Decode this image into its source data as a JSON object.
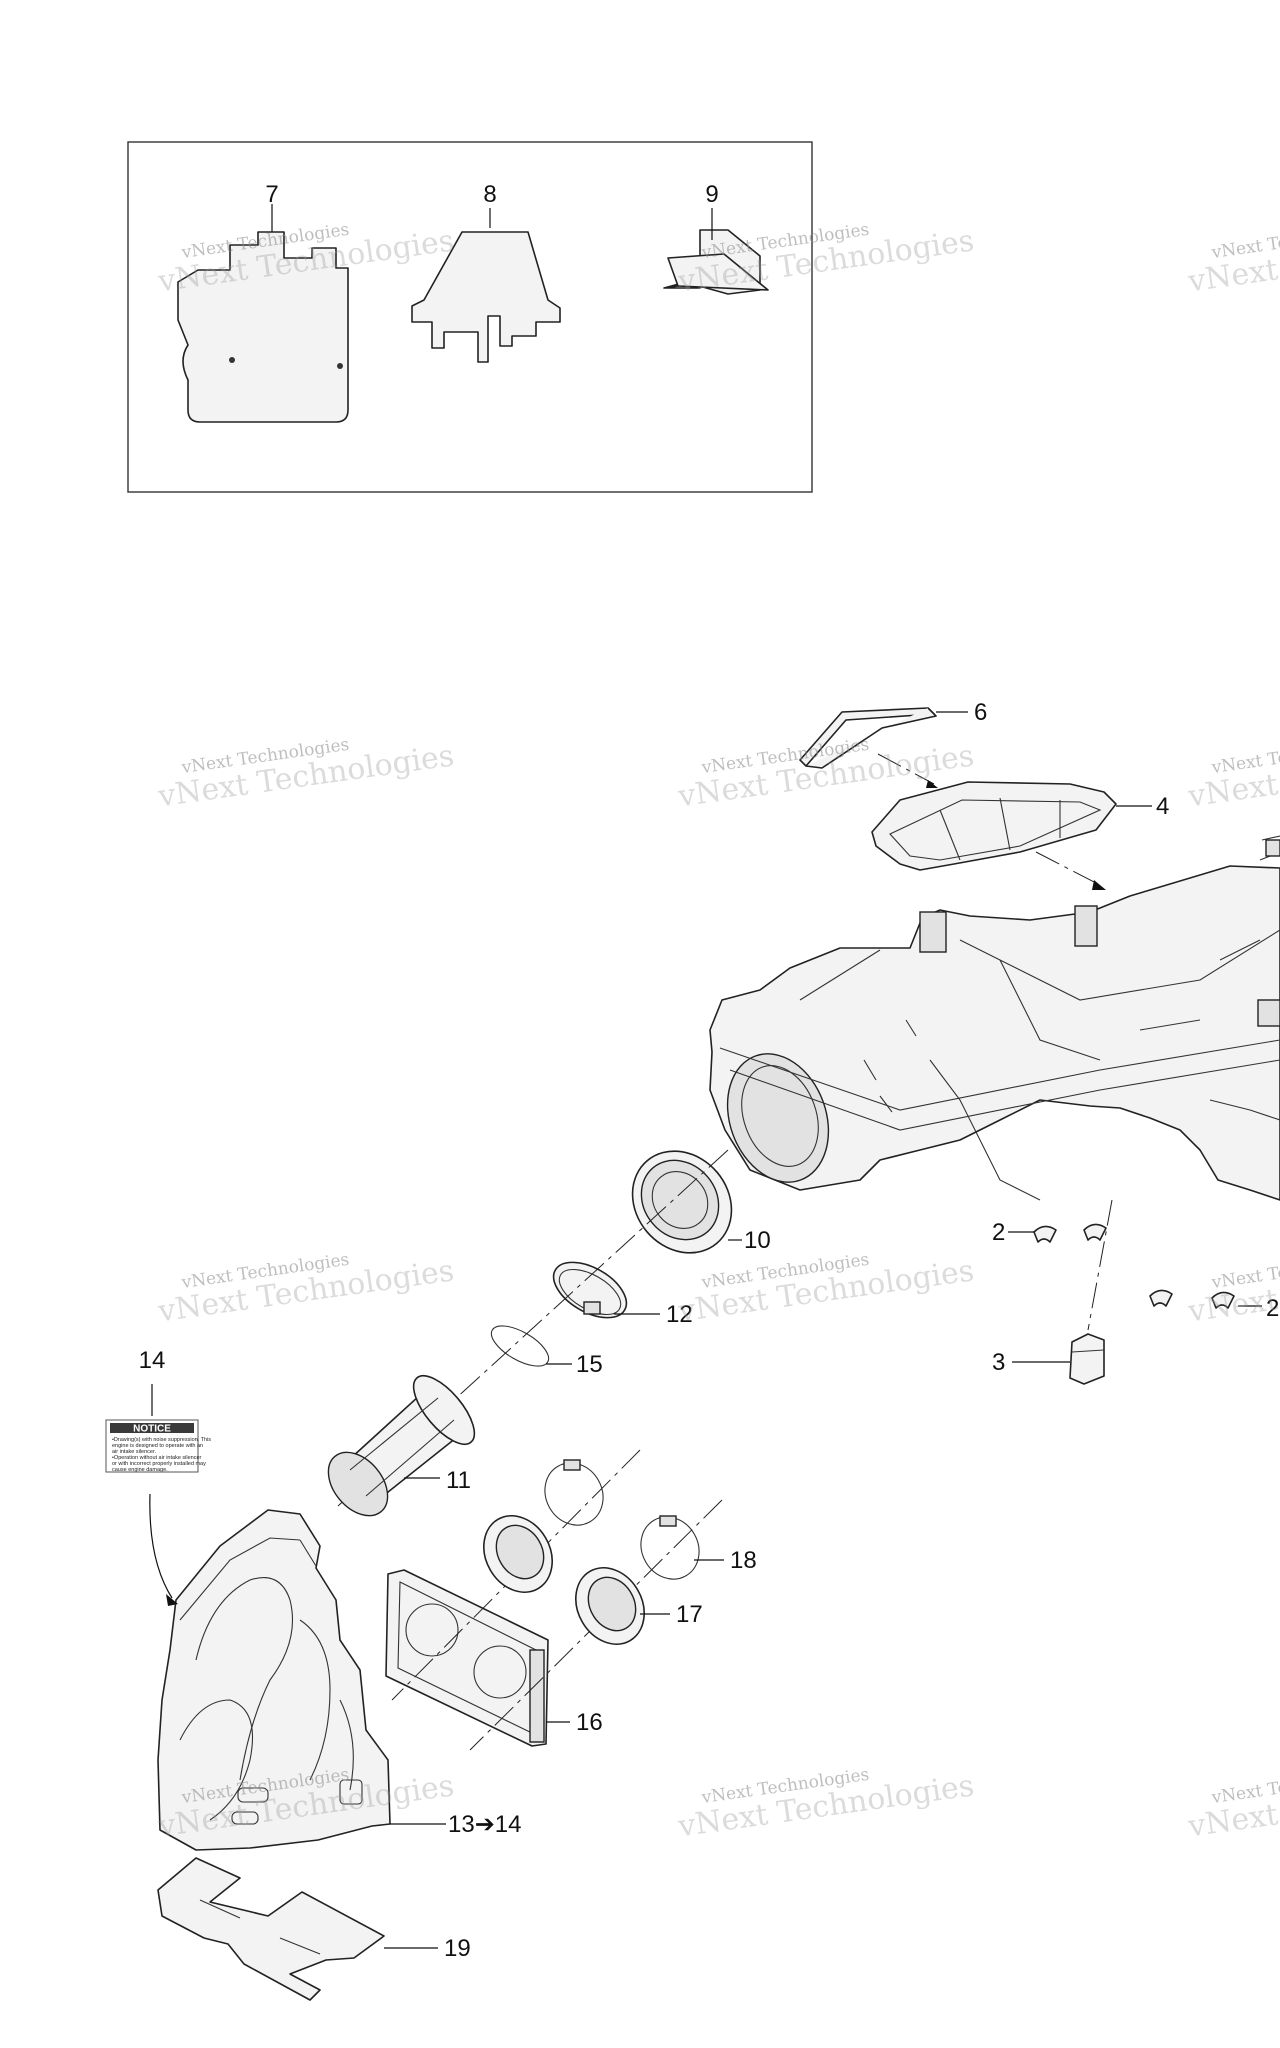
{
  "watermark": {
    "line1": "vNext Technologies",
    "line2": "vNext Technologies"
  },
  "callouts": {
    "c2a": "2",
    "c2b": "2",
    "c3": "3",
    "c4": "4",
    "c6": "6",
    "c7": "7",
    "c8": "8",
    "c9": "9",
    "c10": "10",
    "c11": "11",
    "c12": "12",
    "c13": "13➔14",
    "c14": "14",
    "c15": "15",
    "c16": "16",
    "c17": "17",
    "c18": "18",
    "c19": "19"
  },
  "notice_decal": {
    "title": "NOTICE",
    "lines": [
      "•Drawing(s) with noise suppression. This",
      "engine is designed to operate with an",
      "air intake silencer.",
      "•Operation without air intake silencer",
      "or with incorrect properly installed may",
      "cause engine damage."
    ]
  }
}
